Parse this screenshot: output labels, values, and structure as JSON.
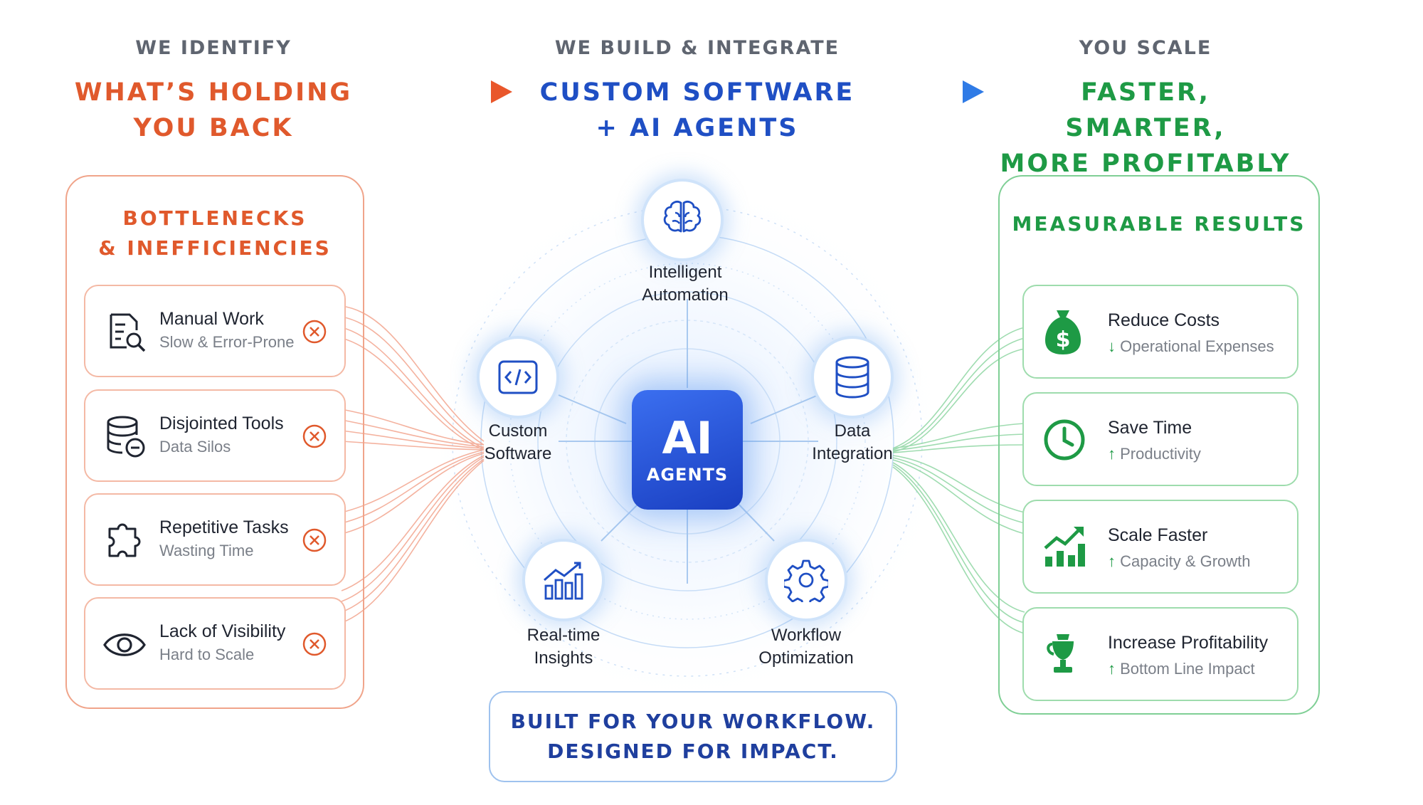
{
  "stages": [
    {
      "label": "WE IDENTIFY",
      "title_line1": "WHAT’S HOLDING",
      "title_line2": "YOU BACK",
      "color": "#e0592c"
    },
    {
      "label": "WE BUILD & INTEGRATE",
      "title_line1": "CUSTOM SOFTWARE",
      "title_line2": "+ AI AGENTS",
      "color": "#1f4fc4"
    },
    {
      "label": "YOU SCALE",
      "title_line1": "FASTER, SMARTER,",
      "title_line2": "MORE PROFITABLY",
      "color": "#1e9a45"
    }
  ],
  "left_panel": {
    "title_line1": "BOTTLENECKS",
    "title_line2": "& INEFFICIENCIES",
    "color": "#e0592c",
    "items": [
      {
        "title": "Manual Work",
        "subtitle": "Slow & Error-Prone",
        "icon": "document-search-icon"
      },
      {
        "title": "Disjointed Tools",
        "subtitle": "Data Silos",
        "icon": "database-minus-icon"
      },
      {
        "title": "Repetitive Tasks",
        "subtitle": "Wasting Time",
        "icon": "puzzle-icon"
      },
      {
        "title": "Lack of Visibility",
        "subtitle": "Hard to Scale",
        "icon": "eye-icon"
      }
    ]
  },
  "hub": {
    "center_line1": "AI",
    "center_line2": "AGENTS",
    "nodes": [
      {
        "line1": "Intelligent",
        "line2": "Automation",
        "icon": "brain-icon"
      },
      {
        "line1": "Custom",
        "line2": "Software",
        "icon": "code-icon"
      },
      {
        "line1": "Data",
        "line2": "Integration",
        "icon": "database-icon"
      },
      {
        "line1": "Real-time",
        "line2": "Insights",
        "icon": "bar-chart-icon"
      },
      {
        "line1": "Workflow",
        "line2": "Optimization",
        "icon": "gear-icon"
      }
    ]
  },
  "tagline": {
    "line1": "BUILT FOR YOUR WORKFLOW.",
    "line2": "DESIGNED FOR IMPACT."
  },
  "right_panel": {
    "title": "MEASURABLE RESULTS",
    "color": "#1e9a45",
    "items": [
      {
        "title": "Reduce Costs",
        "arrow": "↓",
        "subtitle": "Operational Expenses",
        "icon": "money-bag-icon"
      },
      {
        "title": "Save Time",
        "arrow": "↑",
        "subtitle": "Productivity",
        "icon": "clock-icon"
      },
      {
        "title": "Scale Faster",
        "arrow": "↑",
        "subtitle": "Capacity & Growth",
        "icon": "growth-chart-icon"
      },
      {
        "title": "Increase Profitability",
        "arrow": "↑",
        "subtitle": "Bottom Line Impact",
        "icon": "trophy-icon"
      }
    ]
  }
}
